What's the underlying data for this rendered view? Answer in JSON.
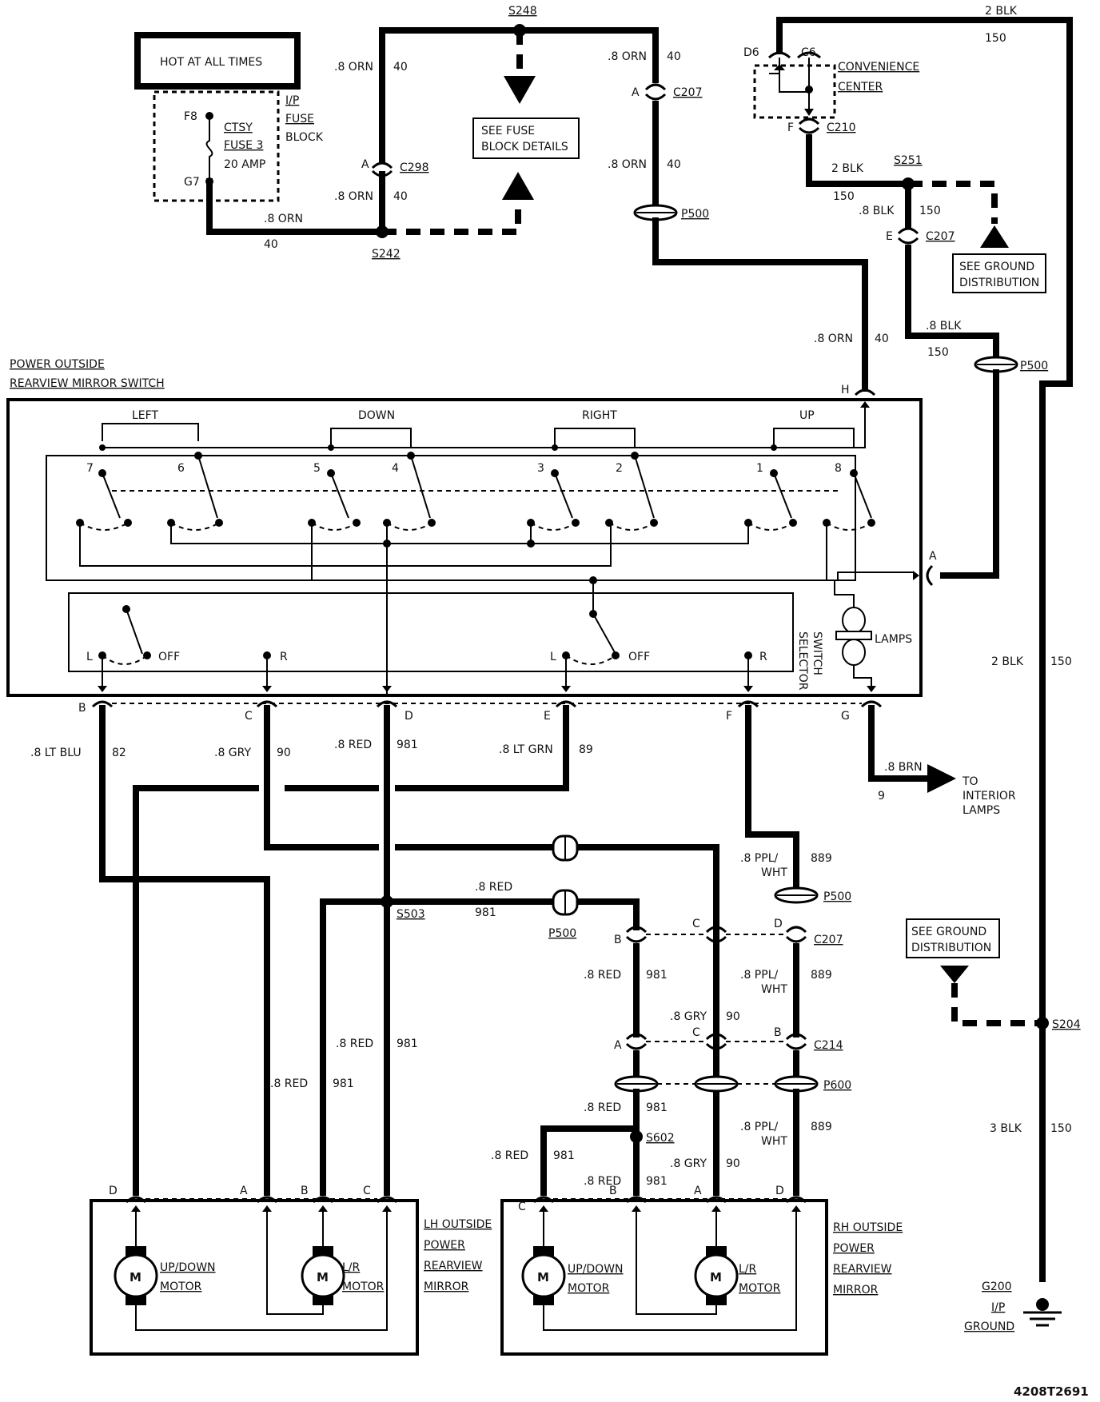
{
  "fuse": {
    "hot_label": "HOT AT ALL TIMES",
    "fuse_block": "I/P FUSE BLOCK",
    "fuse_name_1": "CTSY",
    "fuse_name_2": "FUSE 3",
    "fuse_amp": "20 AMP",
    "pin_top": "F8",
    "pin_bottom": "G7"
  },
  "splices": {
    "s248": "S248",
    "s242": "S242",
    "s251": "S251",
    "s503": "S503",
    "s602": "S602",
    "s204": "S204"
  },
  "connectors": {
    "c298": "C298",
    "c207": "C207",
    "c210": "C210",
    "c214": "C214",
    "p500": "P500",
    "p600": "P600",
    "c6": "C6",
    "d6": "D6"
  },
  "notes": {
    "see_fuse": [
      "SEE FUSE",
      "BLOCK DETAILS"
    ],
    "see_ground": [
      "SEE GROUND",
      "DISTRIBUTION"
    ],
    "convenience": [
      "CONVENIENCE",
      "CENTER"
    ],
    "to_interior": [
      "TO",
      "INTERIOR",
      "LAMPS"
    ]
  },
  "wires": {
    "orn": ".8 ORN",
    "orn_ckt": "40",
    "blk2": "2 BLK",
    "blk3": "3 BLK",
    "blk8": ".8 BLK",
    "blk_ckt": "150",
    "ltblu": ".8 LT BLU",
    "ltblu_ckt": "82",
    "gry": ".8 GRY",
    "gry_ckt": "90",
    "red": ".8 RED",
    "red_ckt": "981",
    "ltgrn": ".8 LT GRN",
    "ltgrn_ckt": "89",
    "brn": ".8 BRN",
    "brn_ckt": "9",
    "ppl1": ".8 PPL/",
    "ppl2": "WHT",
    "ppl_ckt": "889"
  },
  "switch": {
    "title_1": "POWER OUTSIDE",
    "title_2": "REARVIEW MIRROR SWITCH",
    "left": "LEFT",
    "down": "DOWN",
    "right": "RIGHT",
    "up": "UP",
    "contacts": [
      "7",
      "6",
      "5",
      "4",
      "3",
      "2",
      "1",
      "8"
    ],
    "selector_1": "SELECTOR",
    "selector_2": "SWITCH",
    "lamps": "LAMPS",
    "pos_l": "L",
    "pos_r": "R",
    "pos_off": "OFF",
    "pins": [
      "B",
      "C",
      "D",
      "E",
      "F",
      "G",
      "H",
      "A"
    ]
  },
  "lh_mirror": {
    "title": [
      "LH OUTSIDE",
      "POWER",
      "REARVIEW",
      "MIRROR"
    ],
    "motor1": [
      "UP/DOWN",
      "MOTOR"
    ],
    "motor2": [
      "L/R",
      "MOTOR"
    ],
    "pins": [
      "D",
      "A",
      "B",
      "C"
    ],
    "m": "M"
  },
  "rh_mirror": {
    "title": [
      "RH OUTSIDE",
      "POWER",
      "REARVIEW",
      "MIRROR"
    ],
    "motor1": [
      "UP/DOWN",
      "MOTOR"
    ],
    "motor2": [
      "L/R",
      "MOTOR"
    ],
    "pins": [
      "C",
      "B",
      "A",
      "D"
    ],
    "m": "M"
  },
  "ground": {
    "id": "G200",
    "label_1": "I/P",
    "label_2": "GROUND"
  },
  "misc": {
    "letter_a": "A",
    "letter_b": "B",
    "letter_c": "C",
    "letter_d": "D",
    "letter_e": "E",
    "letter_f": "F"
  },
  "figure_id": "4208T2691"
}
